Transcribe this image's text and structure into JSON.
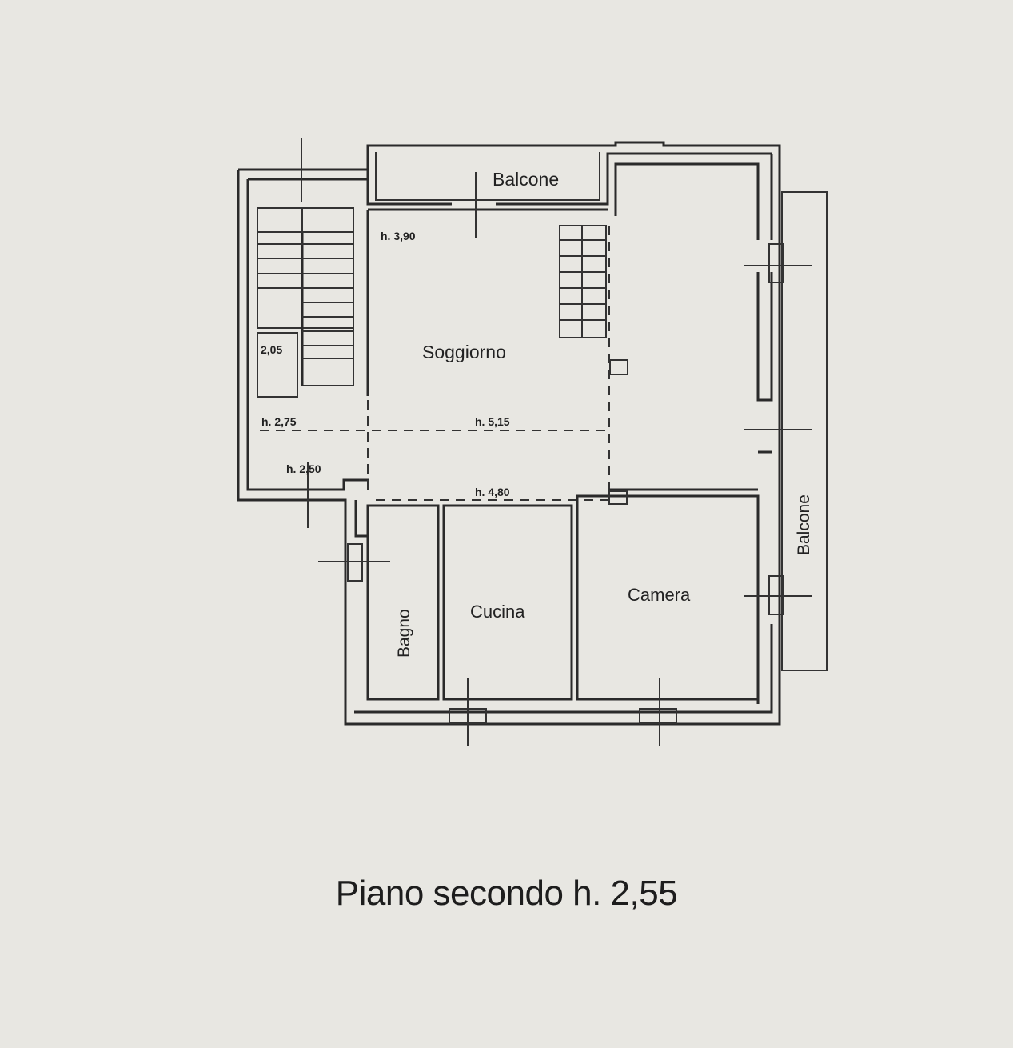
{
  "plan": {
    "rooms": {
      "balcone_top": "Balcone",
      "soggiorno": "Soggiorno",
      "bagno": "Bagno",
      "cucina": "Cucina",
      "camera": "Camera",
      "balcone_right": "Balcone"
    },
    "heights": {
      "h390": "h. 3,90",
      "h205": "2,05",
      "h275": "h. 2,75",
      "h515": "h. 5,15",
      "h250": "h. 2,50",
      "h480": "h. 4,80"
    }
  },
  "caption": "Piano secondo h. 2,55"
}
